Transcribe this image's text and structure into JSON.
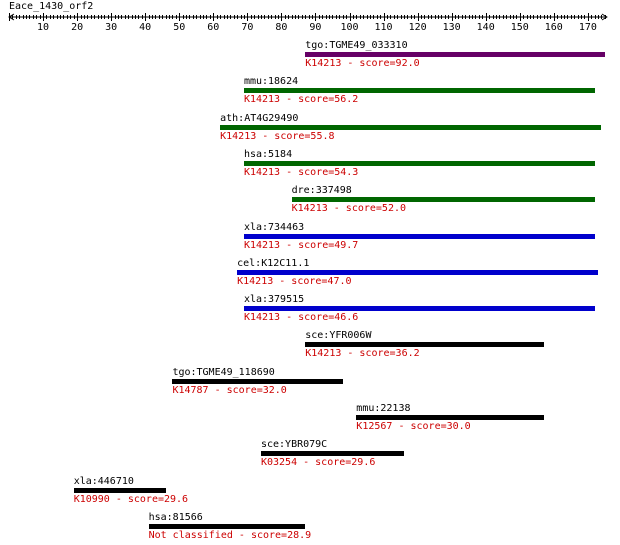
{
  "query": {
    "name": "Eace_1430_orf2",
    "length": 175,
    "tick_labels": [
      "10",
      "20",
      "30",
      "40",
      "50",
      "60",
      "70",
      "80",
      "90",
      "100",
      "110",
      "120",
      "130",
      "140",
      "150",
      "160",
      "170"
    ]
  },
  "colors": {
    "purple": "#660066",
    "green": "#006600",
    "blue": "#0000cc",
    "black": "#000000",
    "score_text": "#cc0000"
  },
  "hits": [
    {
      "gene": "tgo:TGME49_033310",
      "ko": "K14213 - score=92.0",
      "start": 87,
      "end": 175,
      "color": "#660066"
    },
    {
      "gene": "mmu:18624",
      "ko": "K14213 - score=56.2",
      "start": 69,
      "end": 172,
      "color": "#006600"
    },
    {
      "gene": "ath:AT4G29490",
      "ko": "K14213 - score=55.8",
      "start": 62,
      "end": 174,
      "color": "#006600"
    },
    {
      "gene": "hsa:5184",
      "ko": "K14213 - score=54.3",
      "start": 69,
      "end": 172,
      "color": "#006600"
    },
    {
      "gene": "dre:337498",
      "ko": "K14213 - score=52.0",
      "start": 83,
      "end": 172,
      "color": "#006600"
    },
    {
      "gene": "xla:734463",
      "ko": "K14213 - score=49.7",
      "start": 69,
      "end": 172,
      "color": "#0000cc"
    },
    {
      "gene": "cel:K12C11.1",
      "ko": "K14213 - score=47.0",
      "start": 67,
      "end": 173,
      "color": "#0000cc"
    },
    {
      "gene": "xla:379515",
      "ko": "K14213 - score=46.6",
      "start": 69,
      "end": 172,
      "color": "#0000cc"
    },
    {
      "gene": "sce:YFR006W",
      "ko": "K14213 - score=36.2",
      "start": 87,
      "end": 157,
      "color": "#000000"
    },
    {
      "gene": "tgo:TGME49_118690",
      "ko": "K14787 - score=32.0",
      "start": 48,
      "end": 98,
      "color": "#000000"
    },
    {
      "gene": "mmu:22138",
      "ko": "K12567 - score=30.0",
      "start": 102,
      "end": 157,
      "color": "#000000"
    },
    {
      "gene": "sce:YBR079C",
      "ko": "K03254 - score=29.6",
      "start": 74,
      "end": 116,
      "color": "#000000"
    },
    {
      "gene": "xla:446710",
      "ko": "K10990 - score=29.6",
      "start": 19,
      "end": 46,
      "color": "#000000"
    },
    {
      "gene": "hsa:81566",
      "ko": "Not classified - score=28.9",
      "start": 41,
      "end": 87,
      "color": "#000000"
    }
  ]
}
